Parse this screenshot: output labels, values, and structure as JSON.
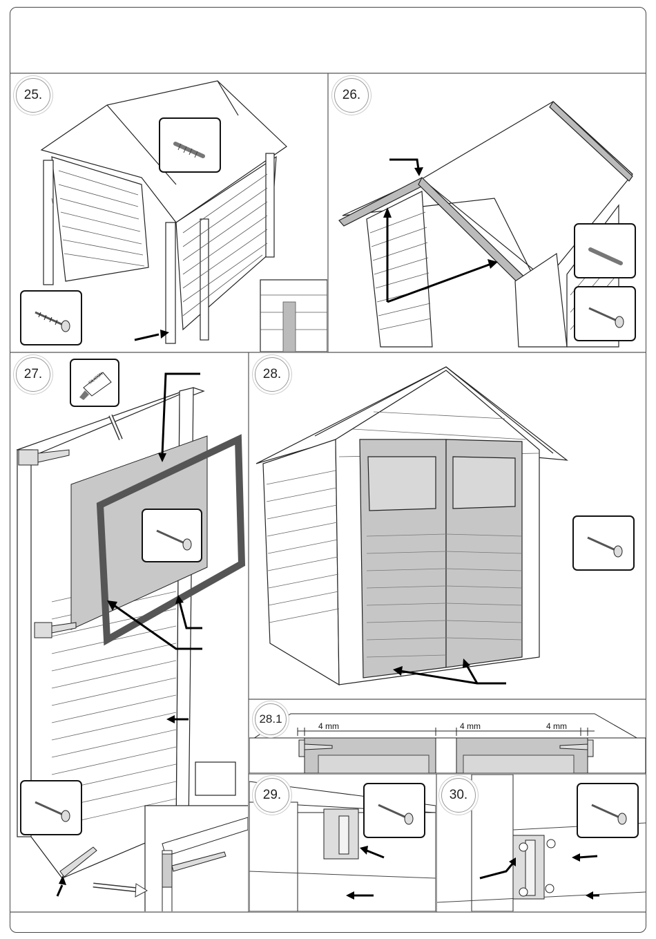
{
  "steps": {
    "s25": "25.",
    "s26": "26.",
    "s27": "27.",
    "s28": "28.",
    "s28_1": "28.1",
    "s29": "29.",
    "s30": "30."
  },
  "glue_label": "SILICON",
  "measurements": {
    "left": "4 mm",
    "center": "4 mm",
    "right": "4 mm"
  },
  "icons": {
    "screw": "screw-icon",
    "drill_bit": "drill-bit-icon",
    "glue_tube": "glue-tube-icon",
    "arrow": "arrow-icon"
  }
}
